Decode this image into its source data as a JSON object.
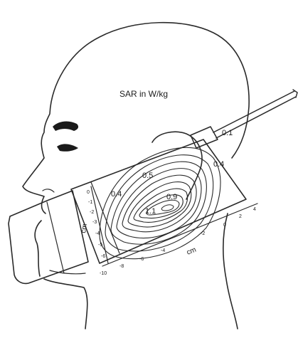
{
  "diagram": {
    "title": "SAR in W/kg",
    "contour_labels": [
      "0.1",
      "0.4",
      "0.5",
      "0.4",
      "0.9",
      "1.1"
    ],
    "axis_unit": "cm",
    "vertical_axis_ticks": [
      "0",
      "-1",
      "-2",
      "-3",
      "-4",
      "-5",
      "-6"
    ],
    "horizontal_axis_ticks": [
      "-10",
      "-8",
      "-6",
      "-4",
      "-2",
      "0",
      "2",
      "4"
    ],
    "colors": {
      "ink": "#2a2a2a",
      "background": "#ffffff"
    }
  }
}
